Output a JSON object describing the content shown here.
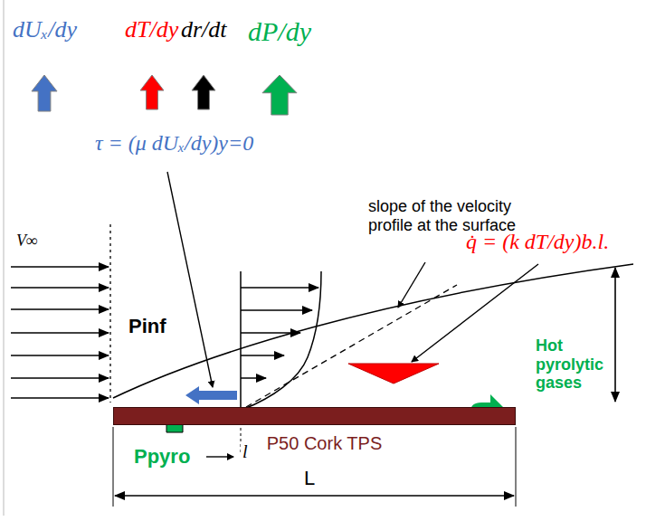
{
  "diagram": {
    "nodes": [
      {
        "text": [
          "P50 Cork TPS"
        ]
      }
    ],
    "labels": [
      "τ = (μ dUₓ/dy)y=0",
      "slope of the velocity profile at the surface",
      "q̇ = (k dT/dy)b.l.",
      "V∞",
      "Pinf",
      "Hot pyrolytic gases",
      "Ppyro",
      "l",
      "L"
    ],
    "legend": [
      {
        "text": "dUₓ/dy",
        "color": "#4472c4"
      },
      {
        "text": "dT/dy",
        "color": "#ff0000"
      },
      {
        "text": "dr/dt",
        "color": "#000000"
      },
      {
        "text": "dP/dy",
        "color": "#00b050"
      }
    ]
  }
}
